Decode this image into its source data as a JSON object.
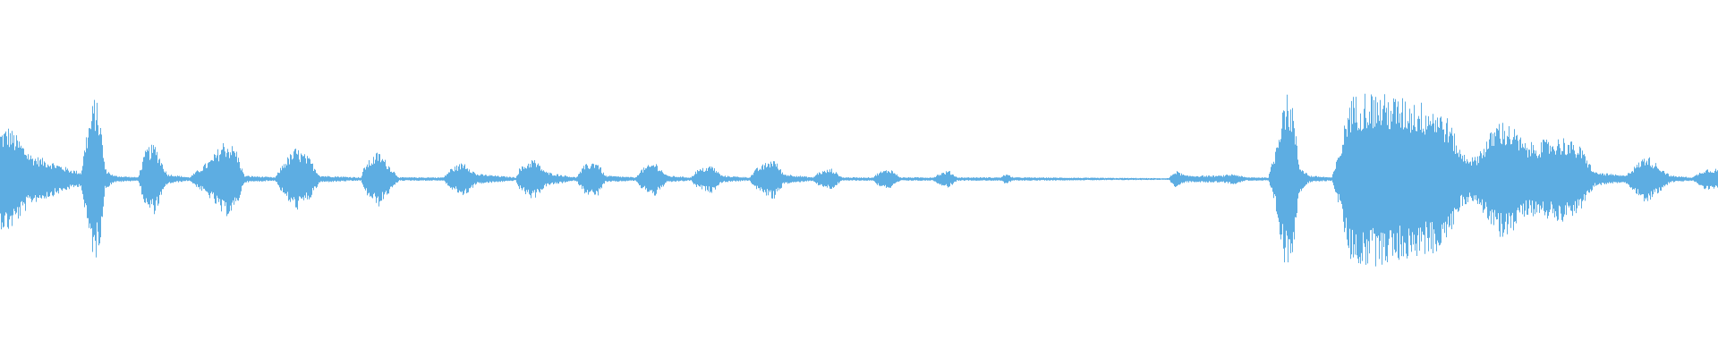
{
  "waveform": {
    "color": "#5dade2",
    "background": "#ffffff",
    "envelope": [
      {
        "t": 0.0,
        "a": 0.28
      },
      {
        "t": 0.005,
        "a": 0.3
      },
      {
        "t": 0.01,
        "a": 0.24
      },
      {
        "t": 0.018,
        "a": 0.14
      },
      {
        "t": 0.03,
        "a": 0.1
      },
      {
        "t": 0.04,
        "a": 0.06
      },
      {
        "t": 0.047,
        "a": 0.04
      },
      {
        "t": 0.05,
        "a": 0.26
      },
      {
        "t": 0.055,
        "a": 0.48
      },
      {
        "t": 0.058,
        "a": 0.36
      },
      {
        "t": 0.061,
        "a": 0.06
      },
      {
        "t": 0.066,
        "a": 0.02
      },
      {
        "t": 0.08,
        "a": 0.01
      },
      {
        "t": 0.085,
        "a": 0.18
      },
      {
        "t": 0.09,
        "a": 0.2
      },
      {
        "t": 0.097,
        "a": 0.03
      },
      {
        "t": 0.11,
        "a": 0.01
      },
      {
        "t": 0.123,
        "a": 0.12
      },
      {
        "t": 0.13,
        "a": 0.22
      },
      {
        "t": 0.137,
        "a": 0.18
      },
      {
        "t": 0.142,
        "a": 0.02
      },
      {
        "t": 0.16,
        "a": 0.01
      },
      {
        "t": 0.165,
        "a": 0.1
      },
      {
        "t": 0.172,
        "a": 0.18
      },
      {
        "t": 0.18,
        "a": 0.12
      },
      {
        "t": 0.186,
        "a": 0.02
      },
      {
        "t": 0.21,
        "a": 0.01
      },
      {
        "t": 0.212,
        "a": 0.08
      },
      {
        "t": 0.22,
        "a": 0.16
      },
      {
        "t": 0.228,
        "a": 0.06
      },
      {
        "t": 0.232,
        "a": 0.01
      },
      {
        "t": 0.258,
        "a": 0.01
      },
      {
        "t": 0.262,
        "a": 0.06
      },
      {
        "t": 0.27,
        "a": 0.1
      },
      {
        "t": 0.277,
        "a": 0.03
      },
      {
        "t": 0.3,
        "a": 0.01
      },
      {
        "t": 0.302,
        "a": 0.06
      },
      {
        "t": 0.31,
        "a": 0.12
      },
      {
        "t": 0.318,
        "a": 0.04
      },
      {
        "t": 0.335,
        "a": 0.01
      },
      {
        "t": 0.34,
        "a": 0.08
      },
      {
        "t": 0.347,
        "a": 0.11
      },
      {
        "t": 0.352,
        "a": 0.02
      },
      {
        "t": 0.37,
        "a": 0.01
      },
      {
        "t": 0.372,
        "a": 0.05
      },
      {
        "t": 0.381,
        "a": 0.1
      },
      {
        "t": 0.388,
        "a": 0.02
      },
      {
        "t": 0.402,
        "a": 0.01
      },
      {
        "t": 0.405,
        "a": 0.05
      },
      {
        "t": 0.414,
        "a": 0.08
      },
      {
        "t": 0.42,
        "a": 0.02
      },
      {
        "t": 0.436,
        "a": 0.01
      },
      {
        "t": 0.44,
        "a": 0.06
      },
      {
        "t": 0.45,
        "a": 0.12
      },
      {
        "t": 0.456,
        "a": 0.03
      },
      {
        "t": 0.473,
        "a": 0.01
      },
      {
        "t": 0.476,
        "a": 0.04
      },
      {
        "t": 0.484,
        "a": 0.06
      },
      {
        "t": 0.49,
        "a": 0.01
      },
      {
        "t": 0.508,
        "a": 0.01
      },
      {
        "t": 0.511,
        "a": 0.04
      },
      {
        "t": 0.518,
        "a": 0.06
      },
      {
        "t": 0.524,
        "a": 0.01
      },
      {
        "t": 0.543,
        "a": 0.01
      },
      {
        "t": 0.546,
        "a": 0.03
      },
      {
        "t": 0.552,
        "a": 0.05
      },
      {
        "t": 0.557,
        "a": 0.01
      },
      {
        "t": 0.582,
        "a": 0.01
      },
      {
        "t": 0.585,
        "a": 0.03
      },
      {
        "t": 0.59,
        "a": 0.01
      },
      {
        "t": 0.68,
        "a": 0.005
      },
      {
        "t": 0.684,
        "a": 0.05
      },
      {
        "t": 0.69,
        "a": 0.02
      },
      {
        "t": 0.71,
        "a": 0.02
      },
      {
        "t": 0.718,
        "a": 0.03
      },
      {
        "t": 0.725,
        "a": 0.01
      },
      {
        "t": 0.738,
        "a": 0.01
      },
      {
        "t": 0.742,
        "a": 0.16
      },
      {
        "t": 0.747,
        "a": 0.5
      },
      {
        "t": 0.752,
        "a": 0.44
      },
      {
        "t": 0.756,
        "a": 0.08
      },
      {
        "t": 0.762,
        "a": 0.02
      },
      {
        "t": 0.775,
        "a": 0.01
      },
      {
        "t": 0.78,
        "a": 0.18
      },
      {
        "t": 0.785,
        "a": 0.46
      },
      {
        "t": 0.795,
        "a": 0.5
      },
      {
        "t": 0.805,
        "a": 0.48
      },
      {
        "t": 0.815,
        "a": 0.46
      },
      {
        "t": 0.825,
        "a": 0.44
      },
      {
        "t": 0.835,
        "a": 0.42
      },
      {
        "t": 0.843,
        "a": 0.34
      },
      {
        "t": 0.85,
        "a": 0.16
      },
      {
        "t": 0.858,
        "a": 0.12
      },
      {
        "t": 0.866,
        "a": 0.24
      },
      {
        "t": 0.872,
        "a": 0.34
      },
      {
        "t": 0.88,
        "a": 0.3
      },
      {
        "t": 0.888,
        "a": 0.2
      },
      {
        "t": 0.898,
        "a": 0.22
      },
      {
        "t": 0.91,
        "a": 0.24
      },
      {
        "t": 0.92,
        "a": 0.18
      },
      {
        "t": 0.928,
        "a": 0.04
      },
      {
        "t": 0.945,
        "a": 0.02
      },
      {
        "t": 0.95,
        "a": 0.06
      },
      {
        "t": 0.958,
        "a": 0.14
      },
      {
        "t": 0.965,
        "a": 0.08
      },
      {
        "t": 0.972,
        "a": 0.02
      },
      {
        "t": 0.985,
        "a": 0.01
      },
      {
        "t": 0.992,
        "a": 0.06
      },
      {
        "t": 1.0,
        "a": 0.06
      }
    ]
  }
}
